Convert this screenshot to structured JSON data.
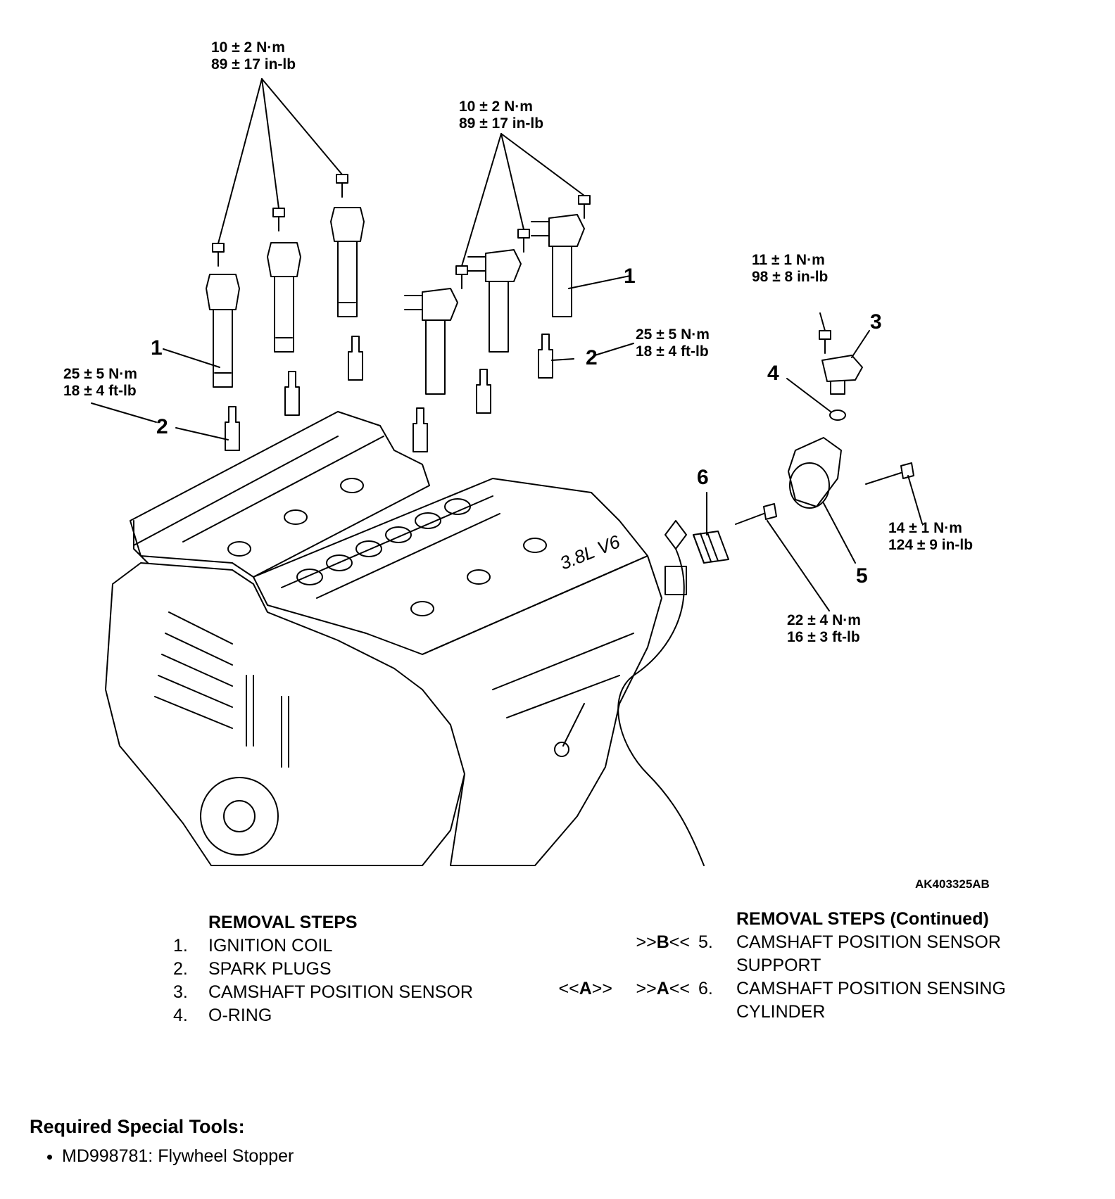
{
  "diagram": {
    "torque_coil_left": [
      "10 ± 2 N·m",
      "89 ± 17 in-lb"
    ],
    "torque_coil_right": [
      "10 ± 2 N·m",
      "89 ± 17 in-lb"
    ],
    "torque_plug_left": [
      "25 ± 5 N·m",
      "18 ± 4 ft-lb"
    ],
    "torque_plug_right": [
      "25 ± 5 N·m",
      "18 ± 4 ft-lb"
    ],
    "torque_sensor": [
      "11 ± 1 N·m",
      "98 ± 8 in-lb"
    ],
    "torque_support": [
      "14 ± 1 N·m",
      "124 ± 9 in-lb"
    ],
    "torque_cylinder": [
      "22 ± 4 N·m",
      "16 ± 3 ft-lb"
    ],
    "callouts": {
      "coil_left": "1",
      "coil_right": "1",
      "plug_left": "2",
      "plug_right": "2",
      "sensor": "3",
      "oring": "4",
      "support": "5",
      "cylinder": "6"
    },
    "engine_badge": "3.8L V6",
    "figure_id": "AK403325AB"
  },
  "removal_steps": {
    "heading": "REMOVAL STEPS",
    "items": [
      {
        "num": "1.",
        "text": "IGNITION COIL"
      },
      {
        "num": "2.",
        "text": "SPARK PLUGS"
      },
      {
        "num": "3.",
        "text": "CAMSHAFT POSITION SENSOR"
      },
      {
        "num": "4.",
        "text": "O-RING"
      }
    ]
  },
  "removal_steps_continued": {
    "heading": "REMOVAL STEPS (Continued)",
    "items": [
      {
        "pre_mark": "",
        "mark": ">>B<<",
        "num": "5.",
        "text": "CAMSHAFT POSITION SENSOR",
        "text2": "SUPPORT"
      },
      {
        "pre_mark": "<<A>>",
        "mark": ">>A<<",
        "num": "6.",
        "text": "CAMSHAFT POSITION SENSING",
        "text2": "CYLINDER"
      }
    ]
  },
  "special_tools": {
    "title": "Required Special Tools:",
    "items": [
      "MD998781: Flywheel Stopper"
    ]
  }
}
